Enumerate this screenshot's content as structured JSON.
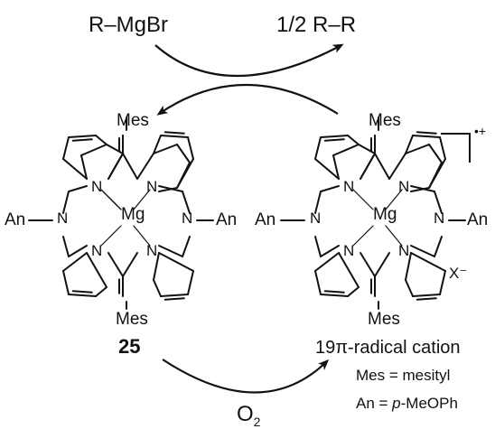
{
  "reaction": {
    "reagent": "R–MgBr",
    "product": "1/2 R–R",
    "oxidant": "O",
    "oxidant_subscript": "2"
  },
  "left_structure": {
    "meso_top": "Mes",
    "meso_bottom": "Mes",
    "metal": "Mg",
    "substituent_left": "An",
    "substituent_right": "An",
    "nitrogen": "N",
    "compound_number": "25"
  },
  "right_structure": {
    "meso_top": "Mes",
    "meso_bottom": "Mes",
    "metal": "Mg",
    "substituent_left": "An",
    "substituent_right": "An",
    "nitrogen": "N",
    "charge": "•+",
    "counterion": "X⁻",
    "caption": "19π-radical cation"
  },
  "legend": {
    "mes_definition": "Mes = mesityl",
    "an_prefix": "An = ",
    "an_italic": "p",
    "an_suffix": "-MeOPh"
  },
  "colors": {
    "ink": "#111111",
    "background": "#ffffff"
  }
}
